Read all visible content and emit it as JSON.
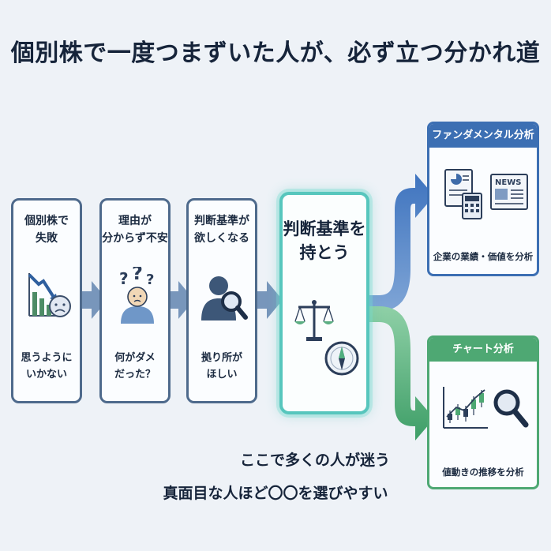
{
  "title": "個別株で一度つまずいた人が、必ず立つ分かれ道",
  "steps": [
    {
      "top": [
        "個別株で",
        "失敗"
      ],
      "bottom": [
        "思うように",
        "いかない"
      ]
    },
    {
      "top": [
        "理由が",
        "分からず不安"
      ],
      "bottom": [
        "何がダメ",
        "だった？"
      ]
    },
    {
      "top": [
        "判断基準が",
        "欲しくなる"
      ],
      "bottom": [
        "拠り所が",
        "ほしい"
      ]
    }
  ],
  "center": {
    "lines": [
      "判断基準を",
      "持とう"
    ]
  },
  "branches": {
    "fundamental": {
      "header": "ファンダメンタル分析",
      "caption": "企業の業績・価値を分析",
      "badge": "NEWS"
    },
    "chart": {
      "header": "チャート分析",
      "caption": "値動きの推移を分析"
    }
  },
  "notice": {
    "line1": "ここで多くの人が迷う",
    "line2": "真面目な人ほど〇〇を選びやすい"
  },
  "colors": {
    "navy": "#4e6a8c",
    "blue_arrow": "#4c82c4",
    "green": "#45a86f",
    "teal": "#57c6bd"
  }
}
